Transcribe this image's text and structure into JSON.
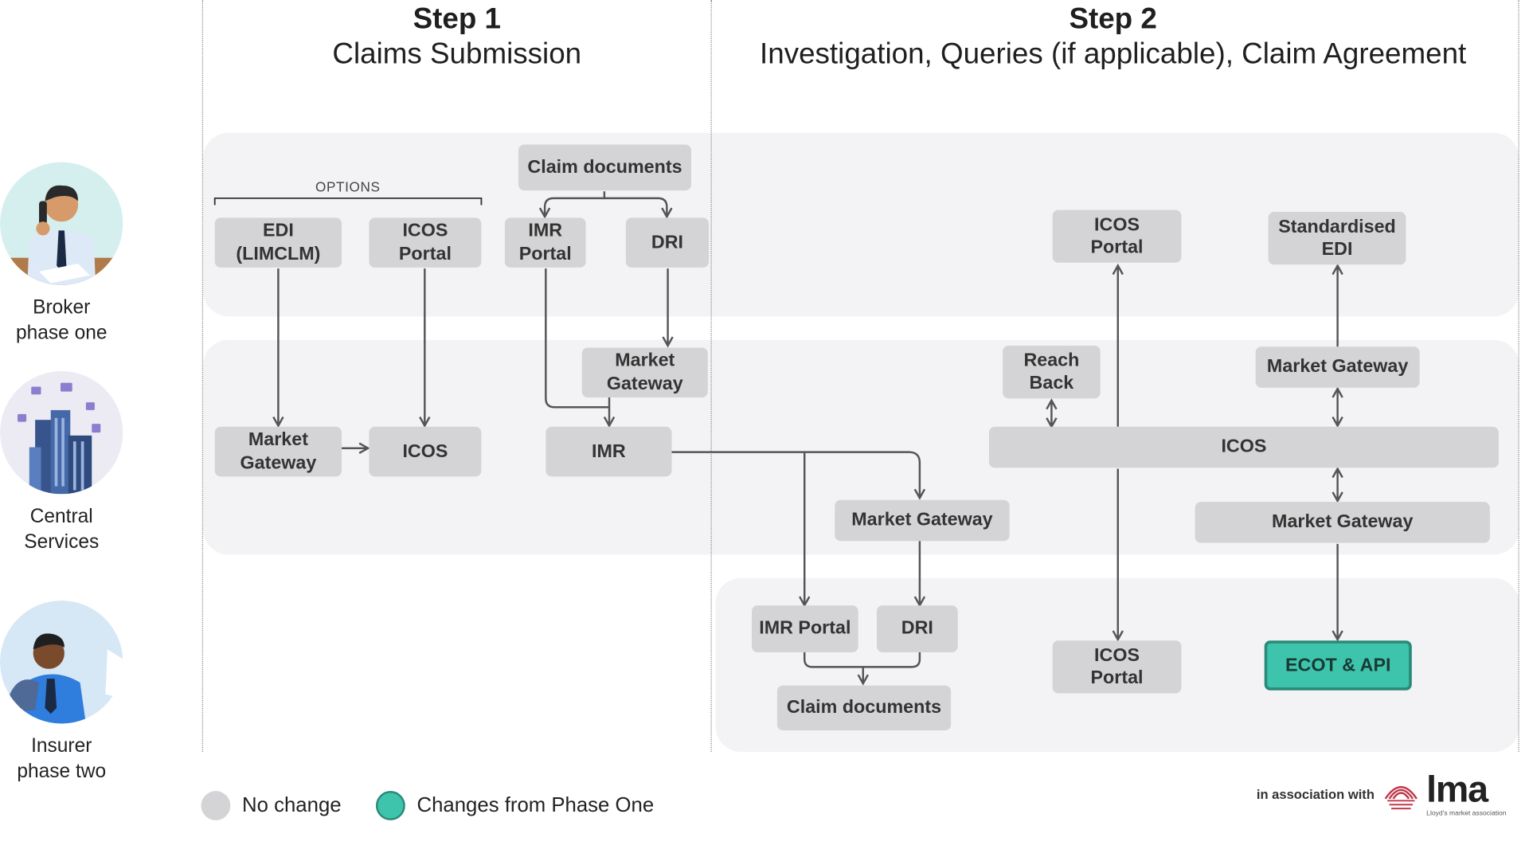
{
  "steps": {
    "step1": {
      "number": "Step 1",
      "title": "Claims Submission"
    },
    "step2": {
      "number": "Step 2",
      "title": "Investigation, Queries (if applicable), Claim Agreement"
    }
  },
  "personas": {
    "broker": "Broker\nphase one",
    "central": "Central\nServices",
    "insurer": "Insurer\nphase two"
  },
  "options_label": "OPTIONS",
  "nodes": {
    "edi_limclm": "EDI\n(LIMCLM)",
    "icos_portal_s1": "ICOS\nPortal",
    "claim_documents_top": "Claim documents",
    "imr_portal_top": "IMR\nPortal",
    "dri_top": "DRI",
    "market_gateway_s1": "Market\nGateway",
    "icos_s1": "ICOS",
    "market_gateway_mid": "Market\nGateway",
    "imr": "IMR",
    "market_gateway_s2": "Market Gateway",
    "imr_portal_bottom": "IMR Portal",
    "dri_bottom": "DRI",
    "claim_documents_bottom": "Claim documents",
    "icos_portal_top_s2": "ICOS\nPortal",
    "standardised_edi": "Standardised\nEDI",
    "reach_back": "Reach\nBack",
    "market_gateway_right_upper": "Market Gateway",
    "icos_central": "ICOS",
    "market_gateway_right_lower": "Market Gateway",
    "icos_portal_bottom_s2": "ICOS\nPortal",
    "ecot_api": "ECOT & API"
  },
  "legend": {
    "no_change": {
      "label": "No change",
      "color": "#d4d4d6"
    },
    "changes": {
      "label": "Changes from Phase One",
      "color": "#3ec4ac"
    }
  },
  "association": {
    "text": "in association with",
    "logo_text": "lma",
    "logo_subtext": "Lloyd's market association"
  },
  "colors": {
    "node": "#d4d4d6",
    "highlight": "#3ec4ac",
    "highlight_border": "#2a8a78",
    "lane": "#f3f3f5",
    "arrow": "#555555"
  }
}
